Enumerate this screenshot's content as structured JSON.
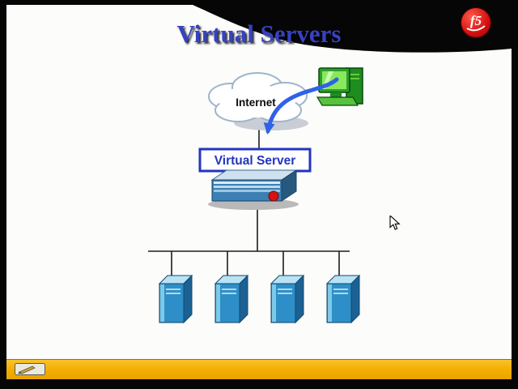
{
  "slide": {
    "title": "Virtual Servers",
    "logo": "f5"
  },
  "diagram": {
    "internet_label": "Internet",
    "virtual_server_label": "Virtual Server",
    "pool_server_count": 4
  },
  "toolbar": {
    "pen_icon": "pen-annotation-tool"
  },
  "icons": {
    "cursor": "arrow-cursor",
    "cloud": "internet-cloud",
    "client": "client-computer",
    "appliance": "bigip-appliance",
    "pool_server": "server-tower"
  },
  "colors": {
    "title_blue": "#3642c0",
    "virtual_server_box_blue": "#2334c0",
    "arrow_blue": "#2f62e8",
    "logo_red": "#d40f0f",
    "server_blue": "#2e8fc8",
    "footer_yellow": "#f3ad00"
  }
}
